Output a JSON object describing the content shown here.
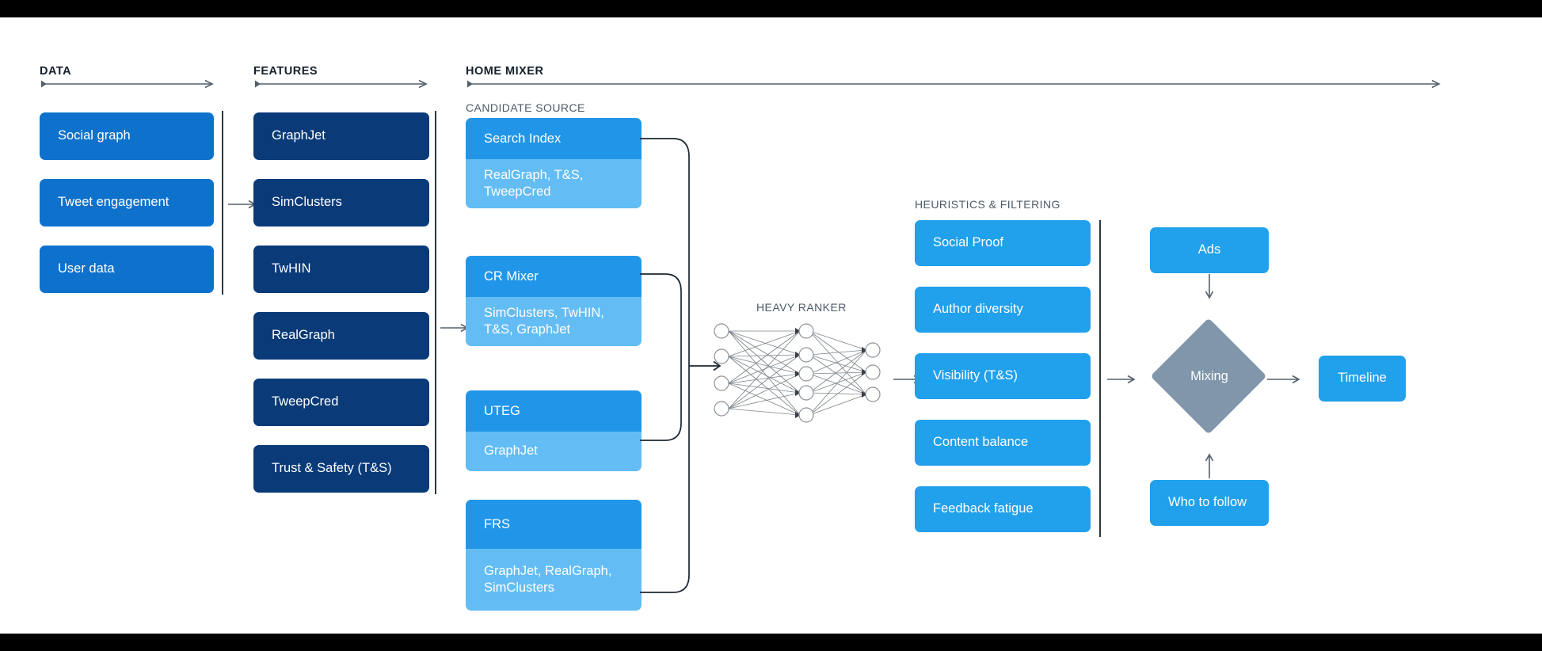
{
  "sections": {
    "data": {
      "title": "DATA"
    },
    "features": {
      "title": "FEATURES"
    },
    "home_mixer": {
      "title": "HOME MIXER"
    },
    "candidate_source": {
      "title": "CANDIDATE SOURCE"
    },
    "heavy_ranker": {
      "title": "HEAVY RANKER"
    },
    "heuristics": {
      "title": "HEURISTICS & FILTERING"
    }
  },
  "data_boxes": [
    {
      "label": "Social graph"
    },
    {
      "label": "Tweet engagement"
    },
    {
      "label": "User data"
    }
  ],
  "feature_boxes": [
    {
      "label": "GraphJet"
    },
    {
      "label": "SimClusters"
    },
    {
      "label": "TwHIN"
    },
    {
      "label": "RealGraph"
    },
    {
      "label": "TweepCred"
    },
    {
      "label": "Trust & Safety (T&S)"
    }
  ],
  "candidate_sources": [
    {
      "name": "Search Index",
      "features": "RealGraph, T&S,\nTweepCred"
    },
    {
      "name": "CR Mixer",
      "features": "SimClusters, TwHIN,\nT&S, GraphJet"
    },
    {
      "name": "UTEG",
      "features": "GraphJet"
    },
    {
      "name": "FRS",
      "features": "GraphJet, RealGraph,\nSimClusters"
    }
  ],
  "heuristics_boxes": [
    {
      "label": "Social Proof"
    },
    {
      "label": "Author diversity"
    },
    {
      "label": "Visibility (T&S)"
    },
    {
      "label": "Content balance"
    },
    {
      "label": "Feedback fatigue"
    }
  ],
  "output_stage": {
    "ads": "Ads",
    "mixing": "Mixing",
    "who_to_follow": "Who to follow",
    "timeline": "Timeline"
  },
  "neural_net": {
    "input_nodes": 4,
    "hidden_nodes": 5,
    "output_nodes": 3
  },
  "colors": {
    "data_blue": "#0e72cd",
    "feature_navy": "#0a3a78",
    "card_head_blue": "#2196e8",
    "card_body_blue": "#63bdf4",
    "heuristic_blue": "#21a0eb",
    "diamond_gray": "#8096ab",
    "line_gray": "#55606b",
    "background": "#ffffff",
    "frame_black": "#000000"
  }
}
